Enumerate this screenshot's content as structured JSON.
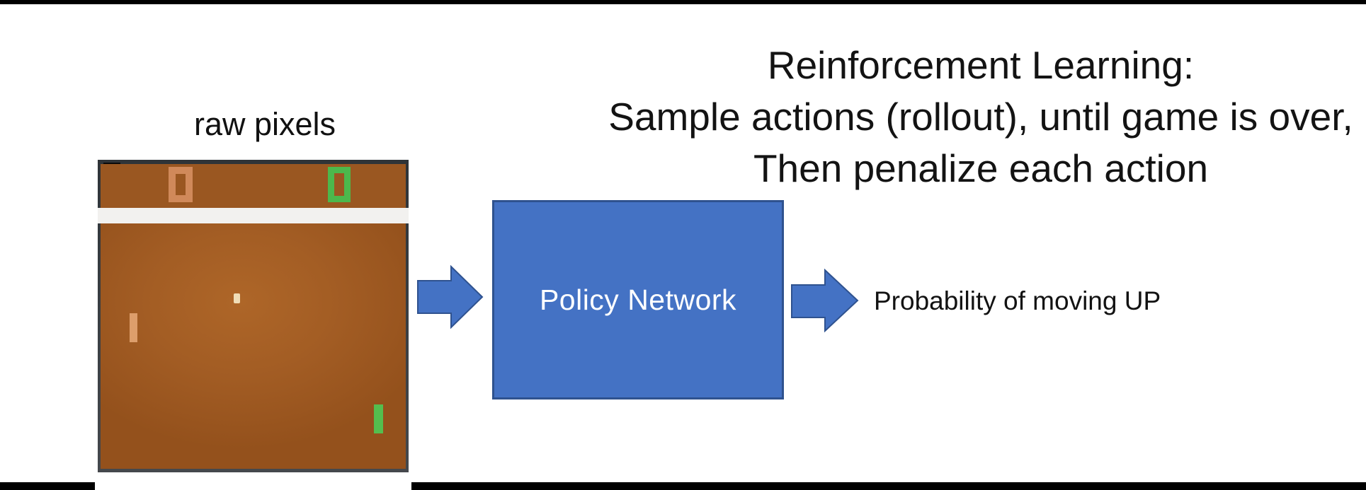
{
  "slide": {
    "title_lines": [
      "Reinforcement Learning:",
      "Sample actions (rollout), until game is over,",
      "Then penalize each action"
    ],
    "input_label": "raw pixels",
    "policy_box_label": "Policy Network",
    "output_label": "Probability of moving UP"
  },
  "game": {
    "description": "Atari Pong game frame",
    "left_score": "0",
    "right_score": "0"
  },
  "icons": {
    "input_arrow": "arrow-right-icon",
    "output_arrow": "arrow-right-icon"
  },
  "colors": {
    "accent_blue": "#4472C4",
    "accent_blue_border": "#2F528F",
    "letterbox_black": "#000000",
    "game_frame_dark": "#3A3E42",
    "game_brown_top": "#9A5721",
    "game_brown_field": "#A35D24",
    "wall_white": "#F2F1EF",
    "score_orange": "#D0895A",
    "score_green": "#4CB84C",
    "paddle_tan": "#DD9E6B",
    "paddle_green": "#54BE4E",
    "ball_cream": "#F0DDB7",
    "text_black": "#131313",
    "policy_text_white": "#FFFFFF"
  }
}
